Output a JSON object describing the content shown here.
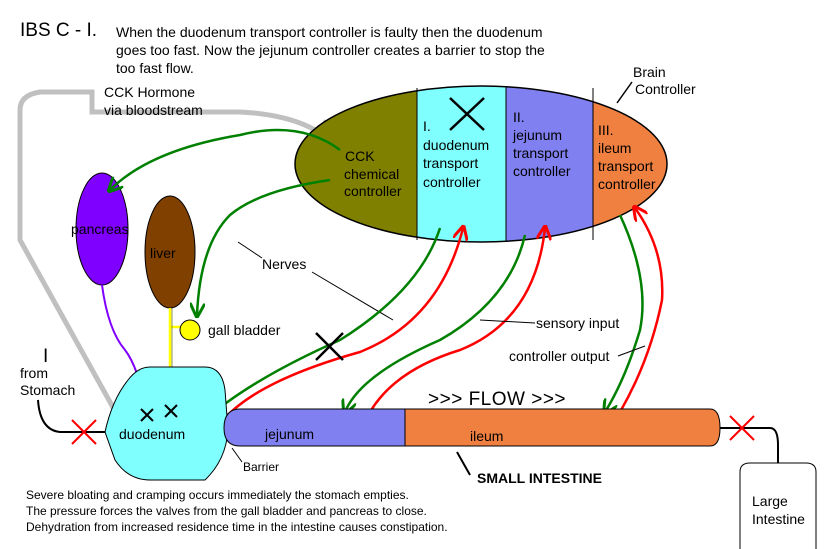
{
  "title": "IBS C - I.",
  "intro": [
    "When the duodenum transport controller is faulty then the duodenum",
    "goes too fast. Now the jejunum controller creates a barrier to stop the",
    "too fast flow."
  ],
  "brain_controller_label": [
    "Brain",
    "Controller"
  ],
  "cck_hormone_label": [
    "CCK Hormone",
    "via bloodstream"
  ],
  "controllers": {
    "cck": [
      "CCK",
      "chemical",
      "controller"
    ],
    "duodenum": [
      "I.",
      "duodenum",
      "transport",
      "controller"
    ],
    "jejunum": [
      "II.",
      "jejunum",
      "transport",
      "controller"
    ],
    "ileum": [
      "III.",
      "ileum",
      "transport",
      "controller"
    ]
  },
  "organs": {
    "pancreas": "pancreas",
    "liver": "liver",
    "gall_bladder": "gall bladder",
    "duodenum": "duodenum",
    "jejunum": "jejunum",
    "ileum": "ileum",
    "large_intestine": [
      "Large",
      "Intestine"
    ]
  },
  "labels": {
    "nerves": "Nerves",
    "sensory_input": "sensory input",
    "controller_output": "controller output",
    "from_stomach": [
      "from",
      "Stomach"
    ],
    "barrier": "Barrier",
    "flow": ">>> FLOW >>>",
    "small_intestine": "SMALL INTESTINE"
  },
  "footer": [
    "Severe bloating and cramping occurs immediately the stomach empties.",
    "The pressure forces the valves from the gall bladder and pancreas to close.",
    "Dehydration from increased residence time in the intestine causes constipation."
  ],
  "colors": {
    "cck": "#808000",
    "duodenum": "#80ffff",
    "jejunum": "#8080f0",
    "ileum": "#f08040",
    "pancreas": "#8000ff",
    "liver": "#804000",
    "gall_bladder": "#ffff00",
    "nerve_green": "#008000",
    "nerve_red": "#ff0000",
    "hormone_gray": "#c0c0c0"
  }
}
